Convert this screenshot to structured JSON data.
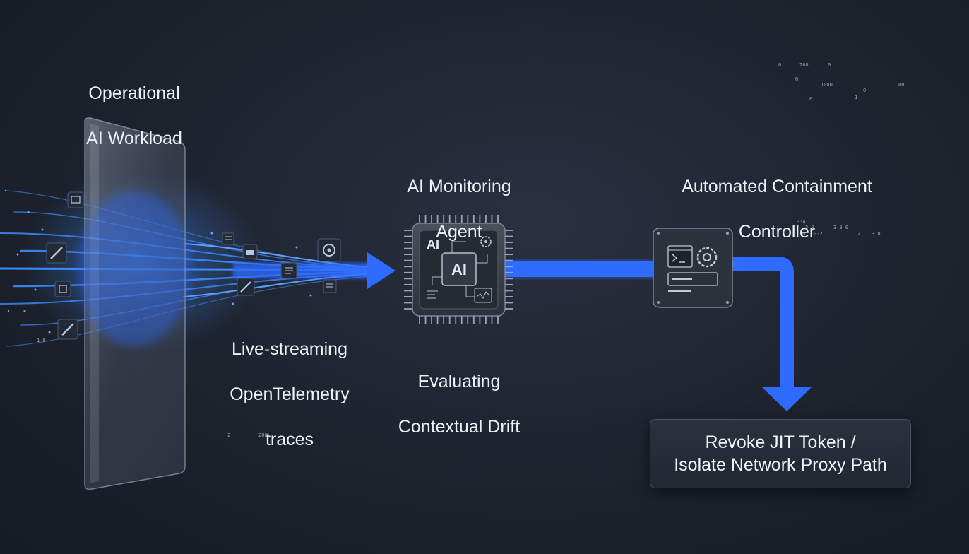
{
  "workload": {
    "title_line1": "Operational",
    "title_line2": "AI Workload"
  },
  "stream": {
    "caption_line1": "Live-streaming",
    "caption_line2": "OpenTelemetry",
    "caption_line3": "traces"
  },
  "agent": {
    "title_line1": "AI Monitoring",
    "title_line2": "Agent",
    "chip_corner": "AI",
    "chip_center": "AI",
    "caption_line1": "Evaluating",
    "caption_line2": "Contextual Drift"
  },
  "controller": {
    "title_line1": "Automated Containment",
    "title_line2": "Controller"
  },
  "action": {
    "line1": "Revoke JIT Token /",
    "line2": "Isolate Network Proxy Path"
  },
  "decor_numbers": {
    "top_right": [
      "0",
      "200",
      "0",
      "0",
      "1000",
      "0",
      "00",
      "1",
      "0"
    ],
    "mid_right": [
      "3:4",
      "0",
      "0-2",
      "2",
      "3 0",
      "3 3 0",
      "3 0"
    ],
    "bottom_left": [
      "2",
      "200"
    ],
    "left": [
      "1 0"
    ]
  },
  "colors": {
    "flow_blue": "#2f6bff",
    "glow_blue": "#3d8bff",
    "panel_border": "#4a5263"
  },
  "icons": [
    "database-icon",
    "wrench-icon",
    "lock-icon",
    "document-icon",
    "network-icon",
    "terminal-icon",
    "gear-icon",
    "chart-icon"
  ]
}
